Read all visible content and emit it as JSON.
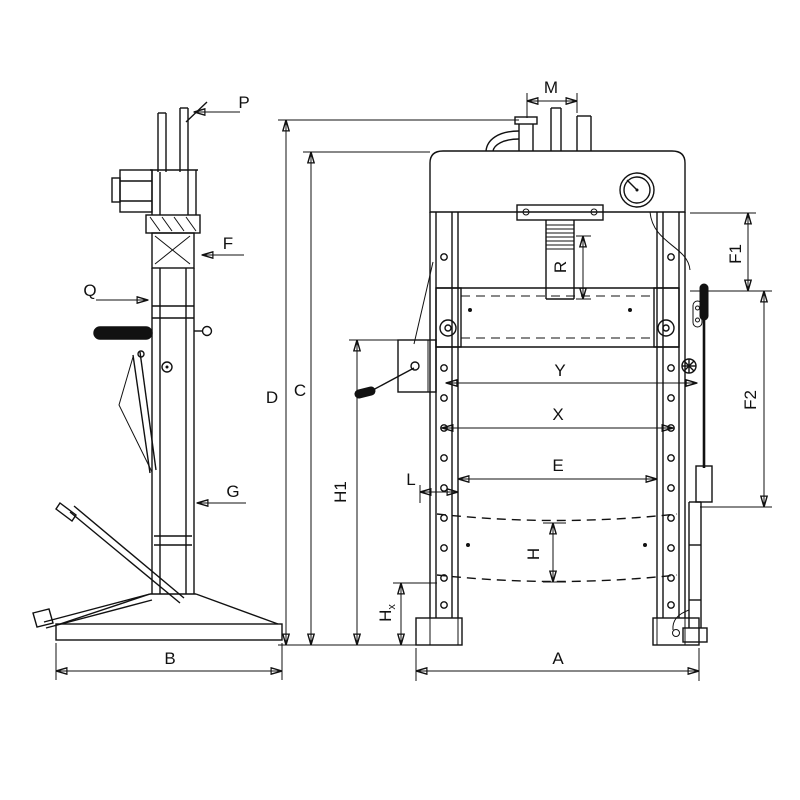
{
  "meta": {
    "description": "Dimensional line drawing of a hydraulic workshop press: side view (left) and front view (right)",
    "background_color": "#ffffff",
    "line_color": "#111111"
  },
  "labels": {
    "P": "P",
    "F": "F",
    "Q": "Q",
    "G": "G",
    "B": "B",
    "M": "M",
    "D": "D",
    "C": "C",
    "H1": "H1",
    "L": "L",
    "R": "R",
    "F1": "F1",
    "F2": "F2",
    "Y": "Y",
    "X": "X",
    "E": "E",
    "H": "H",
    "A": "A",
    "Hx_base": "H",
    "Hx_sub": "x"
  }
}
